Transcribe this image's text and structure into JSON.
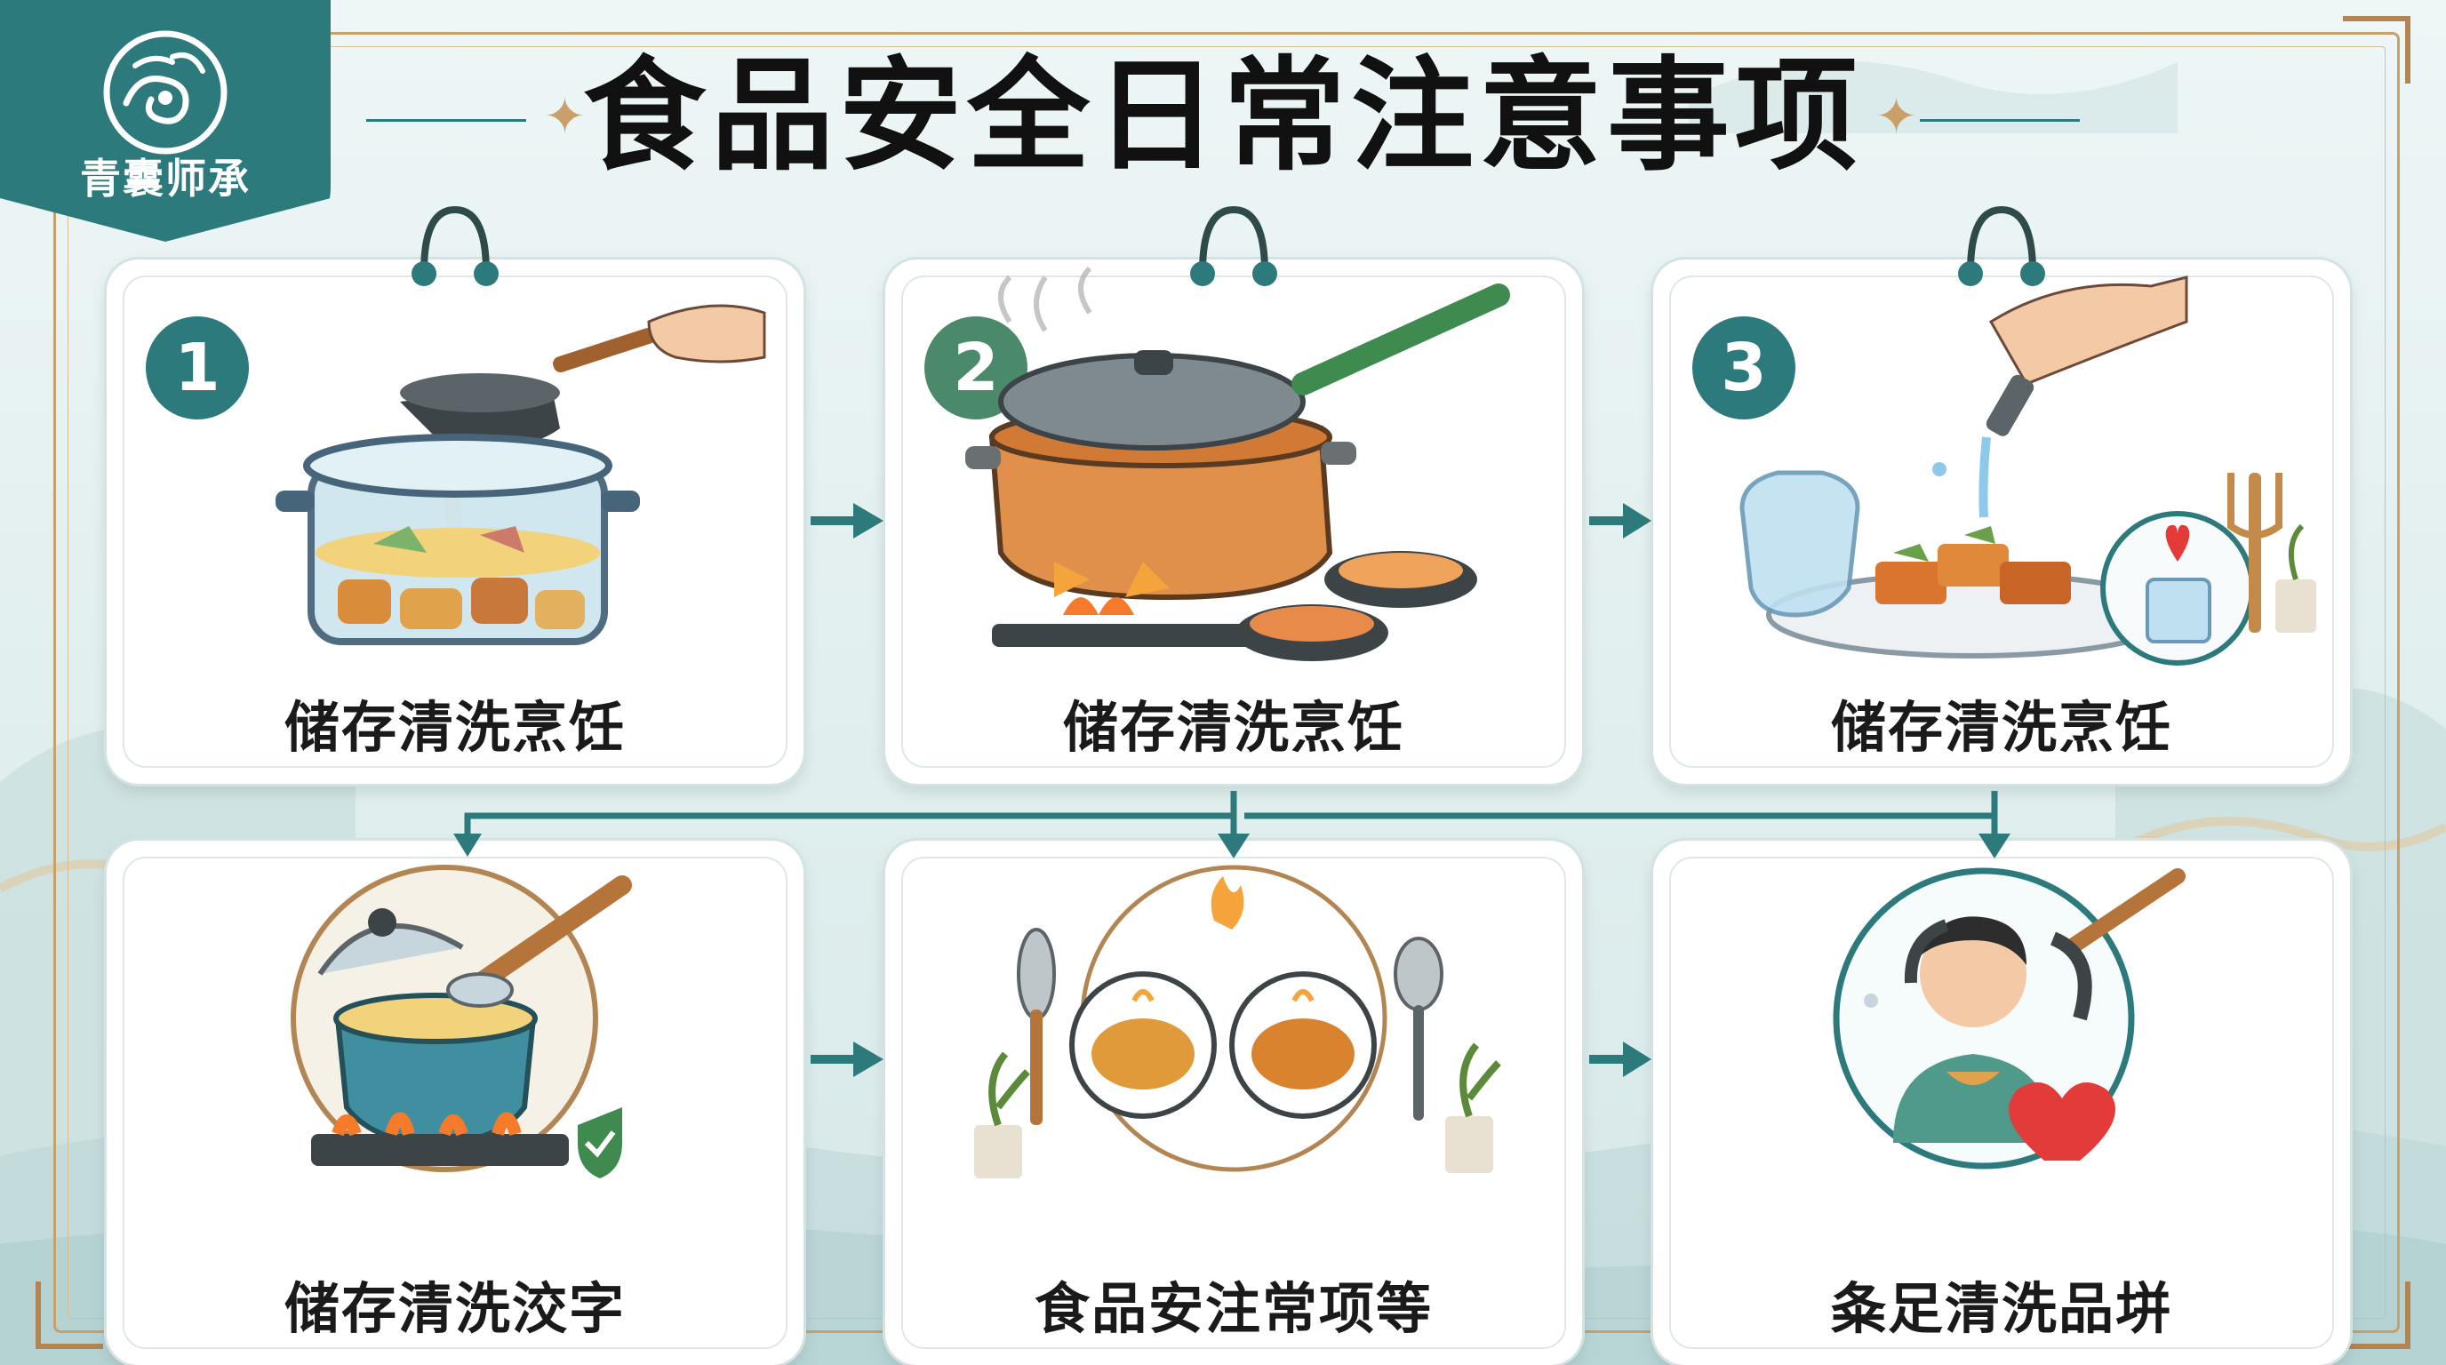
{
  "brand": {
    "name": "青囊师承",
    "accent": "#2c7a7b",
    "gold": "#c9a06a"
  },
  "title": "食品安全日常注意事项",
  "steps": [
    {
      "number": "1",
      "label": "储存清洗烹饪",
      "icon": "pouring-pot-icon",
      "badge_color": "#2c7a7b"
    },
    {
      "number": "2",
      "label": "储存清洗烹饪",
      "icon": "cooking-pot-icon",
      "badge_color": "#4a8a6a"
    },
    {
      "number": "3",
      "label": "储存清洗烹饪",
      "icon": "serving-plate-icon",
      "badge_color": "#2c7a7b"
    },
    {
      "number": "",
      "label": "储存清洗洨字",
      "icon": "stew-pot-icon"
    },
    {
      "number": "",
      "label": "食品安注常项等",
      "icon": "food-bowls-icon"
    },
    {
      "number": "",
      "label": "夈足清洗品垪",
      "icon": "person-heart-icon"
    }
  ]
}
